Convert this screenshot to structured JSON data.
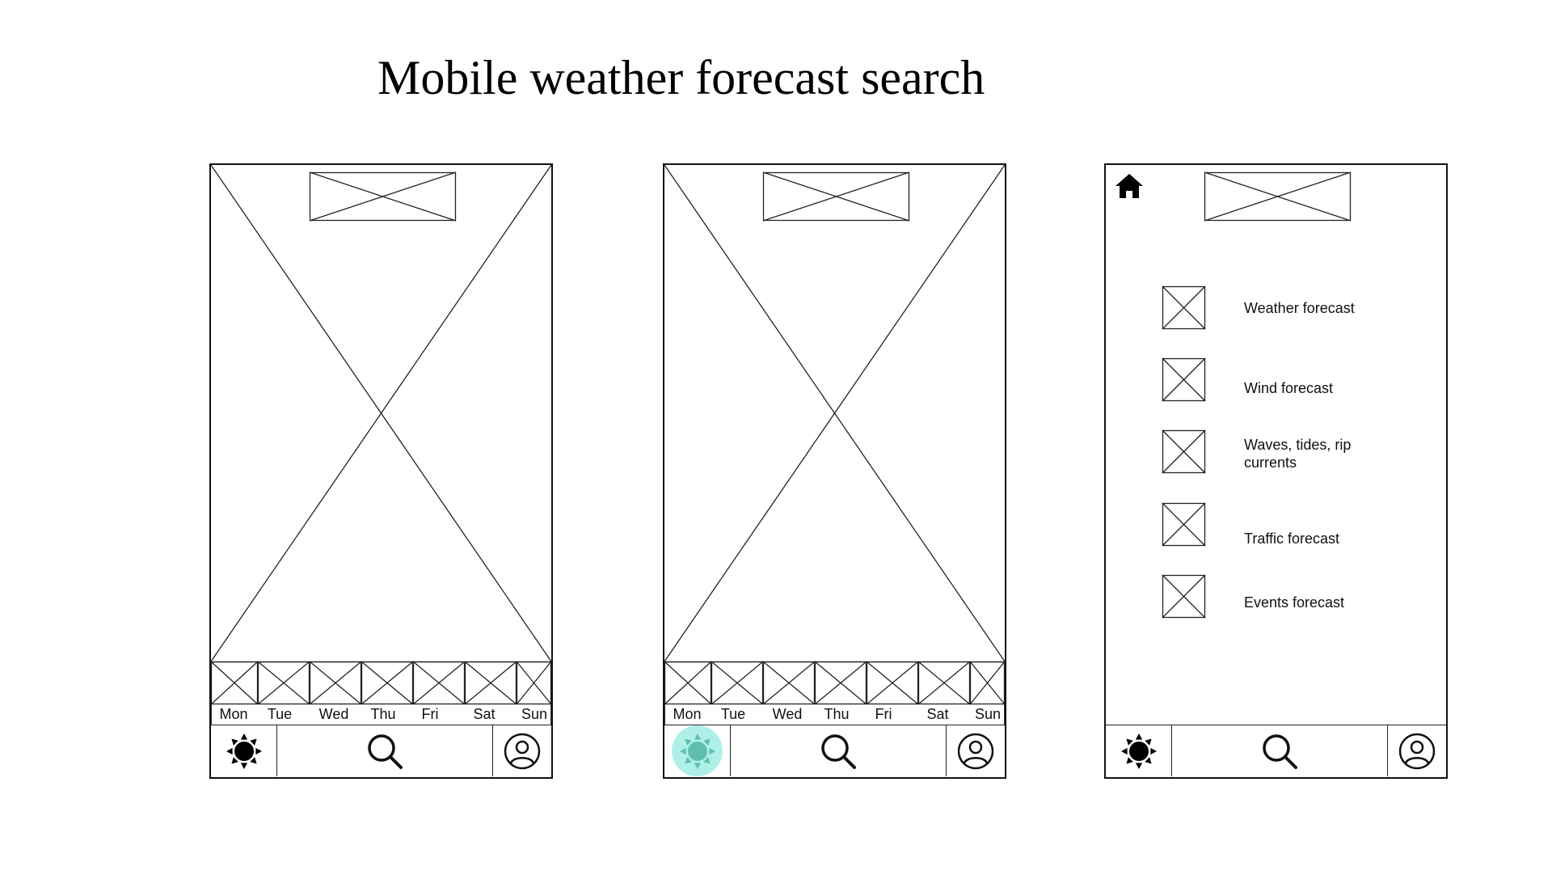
{
  "title": "Mobile weather forecast search",
  "days": [
    "Mon",
    "Tue",
    "Wed",
    "Thu",
    "Fri",
    "Sat",
    "Sun"
  ],
  "menu_items": [
    {
      "label": "Weather forecast"
    },
    {
      "label": "Wind forecast"
    },
    {
      "label": "Waves, tides, rip currents"
    },
    {
      "label": "Traffic forecast"
    },
    {
      "label": "Events forecast"
    }
  ],
  "icons": {
    "weather": "sun-icon",
    "search": "search-icon",
    "profile": "user-profile-icon",
    "home": "home-icon",
    "image_placeholder": "image-placeholder-icon"
  },
  "colors": {
    "stroke": "#222222",
    "active_highlight": "#aef0e8",
    "active_icon": "#5fbfad"
  },
  "active_screen_nav": "weather"
}
